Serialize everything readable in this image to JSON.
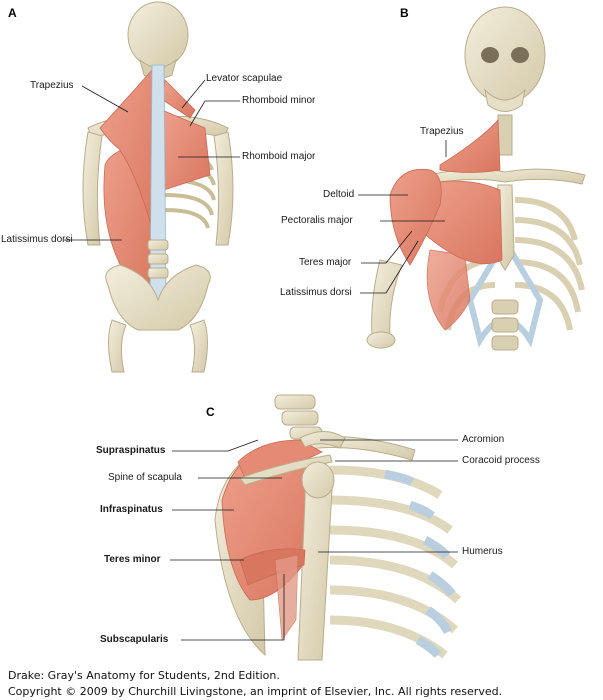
{
  "panels": {
    "a": {
      "letter": "A",
      "labels": {
        "trapezius": "Trapezius",
        "levator_scapulae": "Levator scapulae",
        "rhomboid_minor": "Rhomboid minor",
        "rhomboid_major": "Rhomboid major",
        "latissimus_dorsi": "Latissimus dorsi"
      }
    },
    "b": {
      "letter": "B",
      "labels": {
        "trapezius": "Trapezius",
        "deltoid": "Deltoid",
        "pectoralis_major": "Pectoralis major",
        "teres_major": "Teres major",
        "latissimus_dorsi": "Latissimus dorsi"
      }
    },
    "c": {
      "letter": "C",
      "labels": {
        "supraspinatus": "Supraspinatus",
        "spine_of_scapula": "Spine of scapula",
        "infraspinatus": "Infraspinatus",
        "teres_minor": "Teres minor",
        "subscapularis": "Subscapularis",
        "acromion": "Acromion",
        "coracoid_process": "Coracoid process",
        "humerus": "Humerus"
      }
    }
  },
  "colors": {
    "muscle": "#e8907c",
    "muscle_dark": "#d9765f",
    "bone": "#e9e2cc",
    "bone_shadow": "#c8bd9c",
    "cartilage": "#b9cfe0",
    "line": "#1a1a1a"
  },
  "credit": {
    "line1": "Drake: Gray's Anatomy for Students, 2nd Edition.",
    "line2": "Copyright © 2009 by Churchill Livingstone, an imprint of Elsevier, Inc. All rights reserved."
  }
}
